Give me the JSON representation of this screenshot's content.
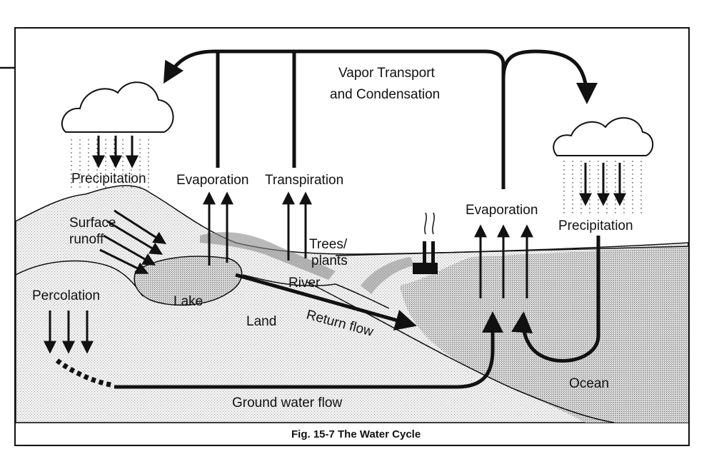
{
  "diagram": {
    "caption": "Fig. 15-7 The Water Cycle",
    "labels": {
      "vapor_line1": "Vapor Transport",
      "vapor_line2": "and Condensation",
      "precip_left": "Precipitation",
      "precip_right": "Precipitation",
      "evap_left": "Evaporation",
      "evap_right": "Evaporation",
      "transpiration": "Transpiration",
      "trees_line1": "Trees/",
      "trees_line2": "plants",
      "surface_line1": "Surface",
      "surface_line2": "runoff",
      "lake": "Lake",
      "river": "River",
      "land": "Land",
      "return_flow": "Return flow",
      "percolation": "Percolation",
      "ground_water": "Ground water flow",
      "ocean": "Ocean"
    }
  }
}
